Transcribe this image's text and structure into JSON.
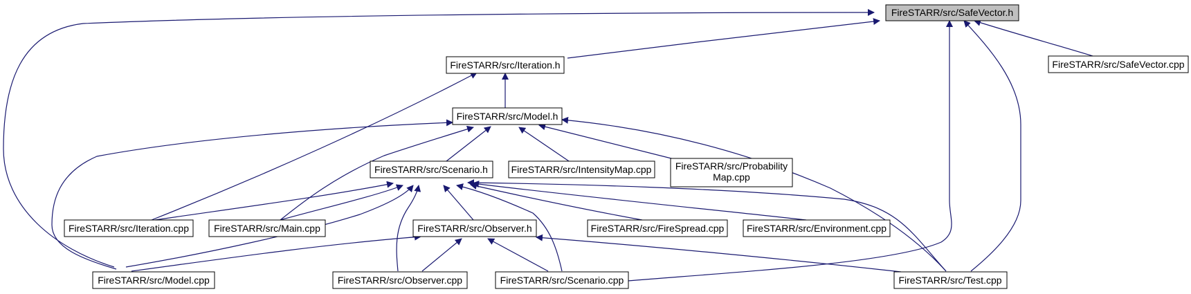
{
  "diagram": {
    "nodes": [
      {
        "id": "safevector_h",
        "label": "FireSTARR/src/SafeVector.h",
        "current": true
      },
      {
        "id": "iteration_h",
        "label": "FireSTARR/src/Iteration.h"
      },
      {
        "id": "safevector_cpp",
        "label": "FireSTARR/src/SafeVector.cpp"
      },
      {
        "id": "model_h",
        "label": "FireSTARR/src/Model.h"
      },
      {
        "id": "scenario_h",
        "label": "FireSTARR/src/Scenario.h"
      },
      {
        "id": "intensitymap_cpp",
        "label": "FireSTARR/src/IntensityMap.cpp"
      },
      {
        "id": "probabilitymap_cpp",
        "label": "FireSTARR/src/Probability",
        "label2": "Map.cpp"
      },
      {
        "id": "iteration_cpp",
        "label": "FireSTARR/src/Iteration.cpp"
      },
      {
        "id": "main_cpp",
        "label": "FireSTARR/src/Main.cpp"
      },
      {
        "id": "observer_h",
        "label": "FireSTARR/src/Observer.h"
      },
      {
        "id": "firespread_cpp",
        "label": "FireSTARR/src/FireSpread.cpp"
      },
      {
        "id": "environment_cpp",
        "label": "FireSTARR/src/Environment.cpp"
      },
      {
        "id": "model_cpp",
        "label": "FireSTARR/src/Model.cpp"
      },
      {
        "id": "observer_cpp",
        "label": "FireSTARR/src/Observer.cpp"
      },
      {
        "id": "scenario_cpp",
        "label": "FireSTARR/src/Scenario.cpp"
      },
      {
        "id": "test_cpp",
        "label": "FireSTARR/src/Test.cpp"
      }
    ],
    "edges": [
      {
        "from": "model_cpp",
        "to": "safevector_h"
      },
      {
        "from": "iteration_h",
        "to": "safevector_h"
      },
      {
        "from": "scenario_cpp",
        "to": "safevector_h"
      },
      {
        "from": "test_cpp",
        "to": "safevector_h"
      },
      {
        "from": "safevector_cpp",
        "to": "safevector_h"
      },
      {
        "from": "model_h",
        "to": "iteration_h"
      },
      {
        "from": "iteration_cpp",
        "to": "iteration_h"
      },
      {
        "from": "model_cpp",
        "to": "model_h"
      },
      {
        "from": "main_cpp",
        "to": "model_h"
      },
      {
        "from": "scenario_h",
        "to": "model_h"
      },
      {
        "from": "intensitymap_cpp",
        "to": "model_h"
      },
      {
        "from": "probabilitymap_cpp",
        "to": "model_h"
      },
      {
        "from": "test_cpp",
        "to": "model_h"
      },
      {
        "from": "iteration_cpp",
        "to": "scenario_h"
      },
      {
        "from": "main_cpp",
        "to": "scenario_h"
      },
      {
        "from": "model_cpp",
        "to": "scenario_h"
      },
      {
        "from": "observer_cpp",
        "to": "scenario_h"
      },
      {
        "from": "observer_h",
        "to": "scenario_h"
      },
      {
        "from": "scenario_cpp",
        "to": "scenario_h"
      },
      {
        "from": "firespread_cpp",
        "to": "scenario_h"
      },
      {
        "from": "environment_cpp",
        "to": "scenario_h"
      },
      {
        "from": "test_cpp",
        "to": "scenario_h"
      },
      {
        "from": "model_cpp",
        "to": "observer_h"
      },
      {
        "from": "observer_cpp",
        "to": "observer_h"
      },
      {
        "from": "scenario_cpp",
        "to": "observer_h"
      },
      {
        "from": "test_cpp",
        "to": "observer_h"
      }
    ]
  }
}
